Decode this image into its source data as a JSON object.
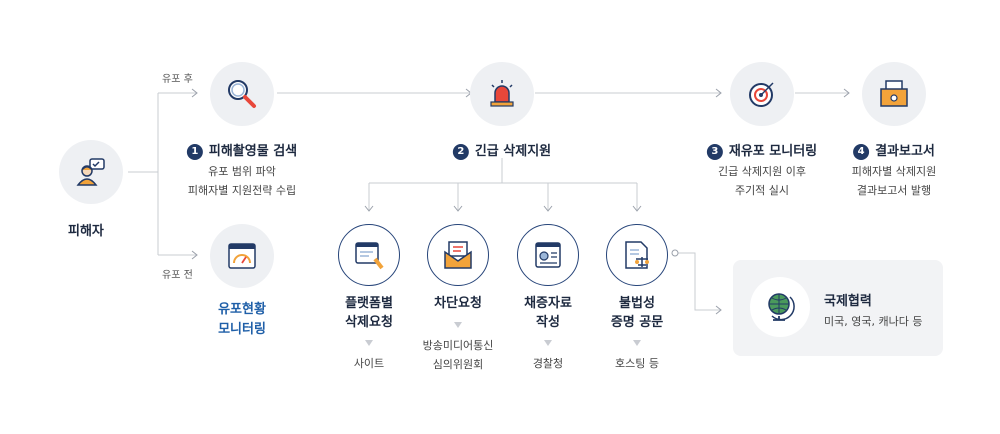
{
  "victim": {
    "label": "피해자"
  },
  "branches": {
    "after": "유포 후",
    "before": "유포 전"
  },
  "monitor": {
    "line1": "유포현황",
    "line2": "모니터링"
  },
  "steps": [
    {
      "num": "1",
      "title": "피해촬영물 검색",
      "desc": [
        "유포 범위 파악",
        "피해자별 지원전략 수립"
      ]
    },
    {
      "num": "2",
      "title": "긴급 삭제지원",
      "desc": []
    },
    {
      "num": "3",
      "title": "재유포 모니터링",
      "desc": [
        "긴급 삭제지원 이후",
        "주기적 실시"
      ]
    },
    {
      "num": "4",
      "title": "결과보고서",
      "desc": [
        "피해자별 삭제지원",
        "결과보고서 발행"
      ]
    }
  ],
  "actions": [
    {
      "title": [
        "플랫폼별",
        "삭제요청"
      ],
      "target": [
        "사이트"
      ]
    },
    {
      "title": [
        "차단요청"
      ],
      "target": [
        "방송미디어통신",
        "심의위원회"
      ]
    },
    {
      "title": [
        "채증자료",
        "작성"
      ],
      "target": [
        "경찰청"
      ]
    },
    {
      "title": [
        "불법성",
        "증명 공문"
      ],
      "target": [
        "호스팅 등"
      ]
    }
  ],
  "intl": {
    "title": "국제협력",
    "desc": "미국, 영국, 캐나다 등"
  },
  "colors": {
    "navy": "#223a66",
    "blue": "#1f5fa8",
    "line": "#c9ccd2",
    "circle_bg": "#eef0f3"
  }
}
